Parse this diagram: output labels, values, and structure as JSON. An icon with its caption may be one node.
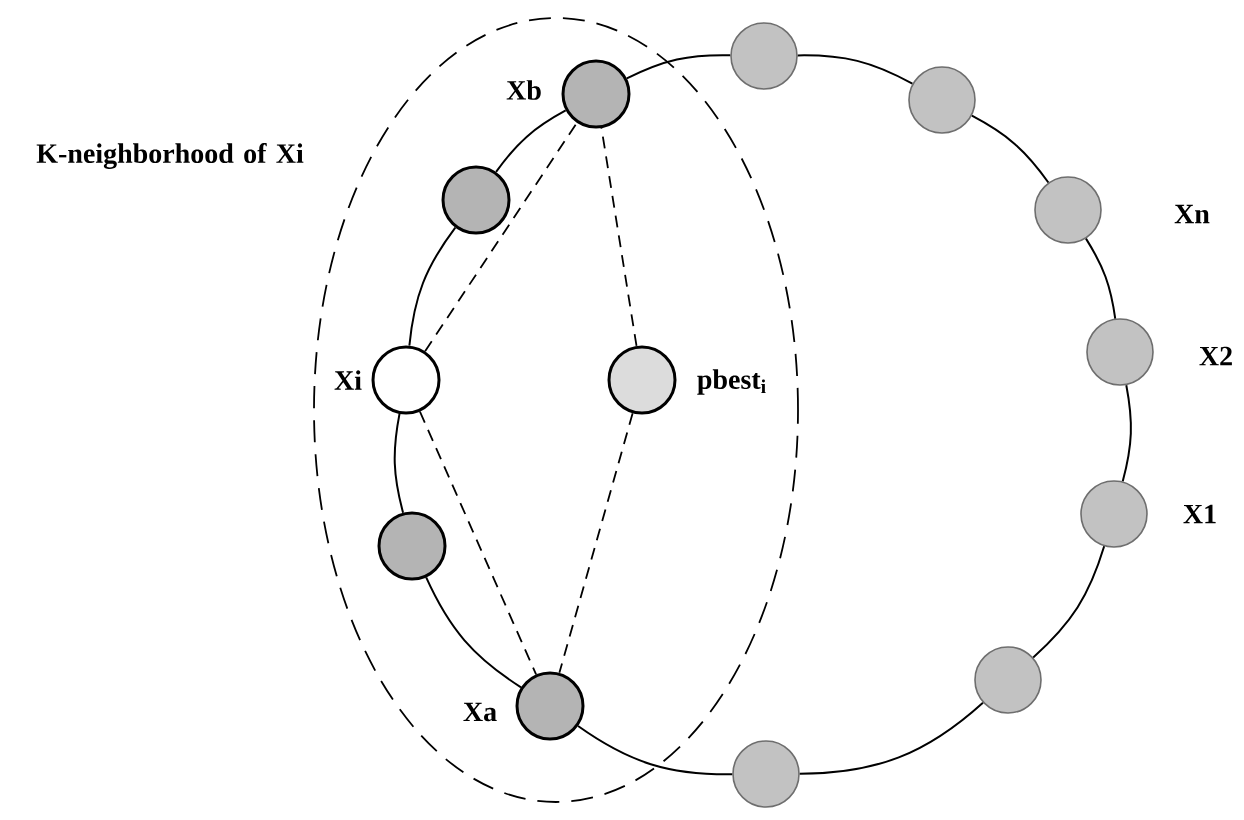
{
  "diagram": {
    "nodes": [
      {
        "text": [
          "K-neighborhood of Xi"
        ]
      },
      {
        "text": [],
        "shape": "circle",
        "beside": [
          "Xb"
        ],
        "in": 0
      },
      {
        "text": [],
        "shape": "circle"
      },
      {
        "text": [],
        "shape": "circle"
      },
      {
        "text": [],
        "shape": "circle",
        "in": 0
      },
      {
        "text": [],
        "shape": "circle",
        "beside": [
          "Xn"
        ]
      },
      {
        "text": [],
        "shape": "circle",
        "beside": [
          "X2"
        ]
      },
      {
        "text": [],
        "shape": "circle",
        "beside": [
          "Xi"
        ],
        "in": 0
      },
      {
        "text": [],
        "shape": "circle",
        "beside": [
          "pbest$_{i}$"
        ],
        "in": 0
      },
      {
        "text": [],
        "shape": "circle",
        "beside": [
          "X1"
        ]
      },
      {
        "text": [],
        "shape": "circle",
        "in": 0
      },
      {
        "text": [],
        "shape": "circle"
      },
      {
        "text": [],
        "shape": "circle",
        "beside": [
          "Xa"
        ],
        "in": 0
      },
      {
        "text": [],
        "shape": "circle"
      }
    ],
    "edges": [
      {
        "from": 1,
        "to": 2,
        "arrow": "none"
      },
      {
        "from": 2,
        "to": 3,
        "arrow": "none"
      },
      {
        "from": 3,
        "to": 5,
        "arrow": "none"
      },
      {
        "from": 5,
        "to": 6,
        "arrow": "none"
      },
      {
        "from": 6,
        "to": 9,
        "arrow": "none"
      },
      {
        "from": 9,
        "to": 11,
        "arrow": "none"
      },
      {
        "from": 11,
        "to": 13,
        "arrow": "none"
      },
      {
        "from": 13,
        "to": 12,
        "arrow": "none"
      },
      {
        "from": 12,
        "to": 10,
        "arrow": "none"
      },
      {
        "from": 10,
        "to": 7,
        "arrow": "none"
      },
      {
        "from": 7,
        "to": 4,
        "arrow": "none"
      },
      {
        "from": 4,
        "to": 1,
        "arrow": "none"
      },
      {
        "from": 7,
        "to": 1,
        "arrow": "none",
        "style": "dashed"
      },
      {
        "from": 7,
        "to": 12,
        "arrow": "none",
        "style": "dashed"
      },
      {
        "from": 8,
        "to": 1,
        "arrow": "none",
        "style": "dashed"
      },
      {
        "from": 8,
        "to": 12,
        "arrow": "none",
        "style": "dashed"
      }
    ]
  }
}
